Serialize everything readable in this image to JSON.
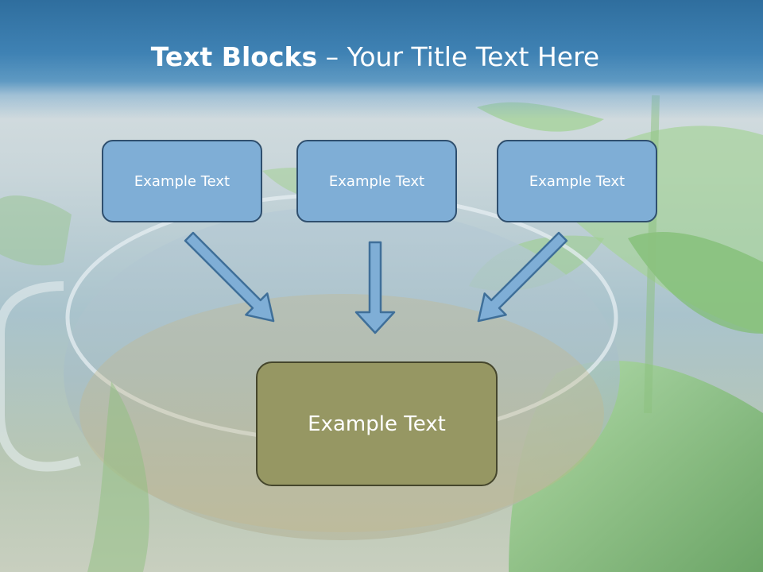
{
  "slide": {
    "title_bold": "Text Blocks",
    "title_dash": " – ",
    "title_rest": "Your Title Text Here",
    "boxes": [
      {
        "label": "Example Text"
      },
      {
        "label": "Example Text"
      },
      {
        "label": "Example Text"
      }
    ],
    "target_box": {
      "label": "Example Text"
    }
  },
  "colors": {
    "header_blue": "#3f82b4",
    "box_blue": "#7faed6",
    "box_border": "#2f4f6e",
    "target_olive": "#969763",
    "target_border": "#45462c",
    "arrow_fill": "#7faed6",
    "arrow_stroke": "#3f6f99"
  },
  "icons": {
    "background": "herbal-tea-cup-with-nettle-leaves-image",
    "arrow": "down-arrow-icon"
  }
}
